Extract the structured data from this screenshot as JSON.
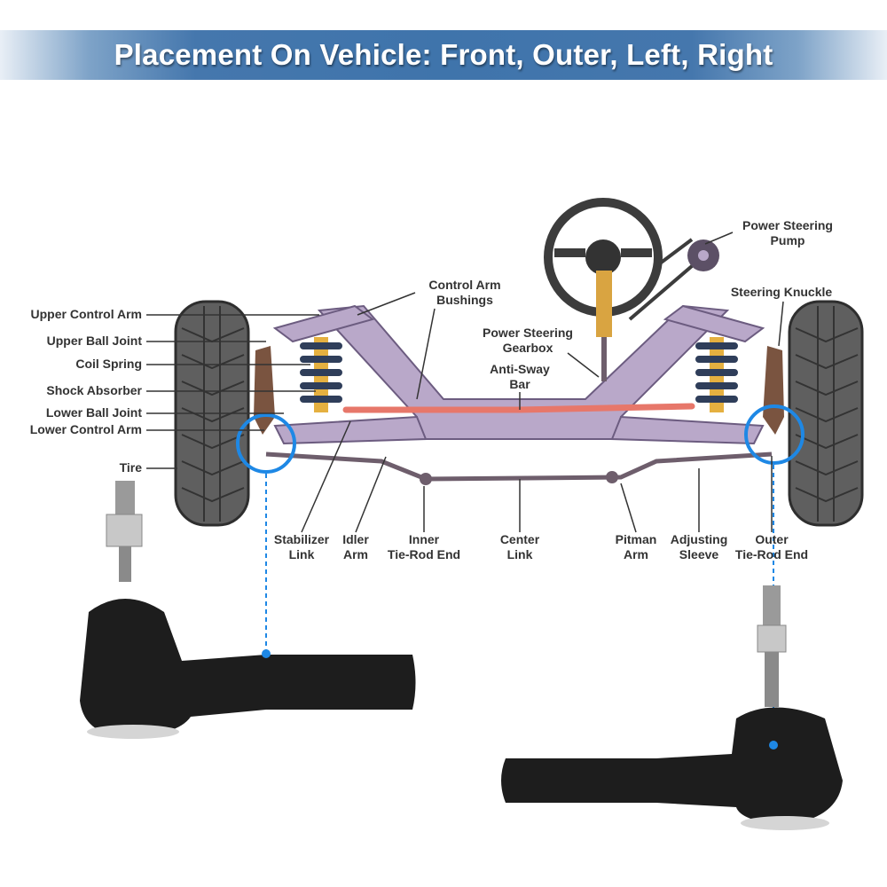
{
  "title": "Placement On Vehicle: Front, Outer, Left, Right",
  "labels": {
    "upper_control_arm": "Upper Control Arm",
    "upper_ball_joint": "Upper Ball Joint",
    "coil_spring": "Coil Spring",
    "shock_absorber": "Shock Absorber",
    "lower_ball_joint": "Lower Ball Joint",
    "lower_control_arm": "Lower Control Arm",
    "tire": "Tire",
    "control_arm_bushings": [
      "Control Arm",
      "Bushings"
    ],
    "power_steering_pump": [
      "Power Steering",
      "Pump"
    ],
    "steering_knuckle": "Steering Knuckle",
    "power_steering_gearbox": [
      "Power Steering",
      "Gearbox"
    ],
    "anti_sway_bar": [
      "Anti-Sway",
      "Bar"
    ],
    "stabilizer_link": [
      "Stabilizer",
      "Link"
    ],
    "idler_arm": [
      "Idler",
      "Arm"
    ],
    "inner_tie_rod_end": [
      "Inner",
      "Tie-Rod End"
    ],
    "center_link": [
      "Center",
      "Link"
    ],
    "pitman_arm": [
      "Pitman",
      "Arm"
    ],
    "adjusting_sleeve": [
      "Adjusting",
      "Sleeve"
    ],
    "outer_tie_rod_end": [
      "Outer",
      "Tie-Rod End"
    ]
  },
  "colors": {
    "banner": "#3f74ab",
    "highlight": "#1e88e5",
    "frame": "#b9a8c9",
    "sway_bar": "#e7776a"
  }
}
